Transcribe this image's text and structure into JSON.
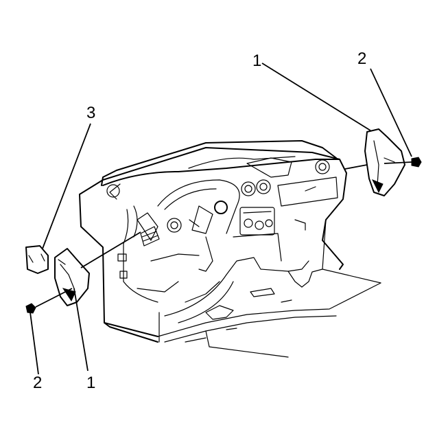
{
  "callouts": {
    "right_panel": "1",
    "right_fastener": "2",
    "left_closeout": "3",
    "left_fastener": "2",
    "left_panel": "1"
  }
}
